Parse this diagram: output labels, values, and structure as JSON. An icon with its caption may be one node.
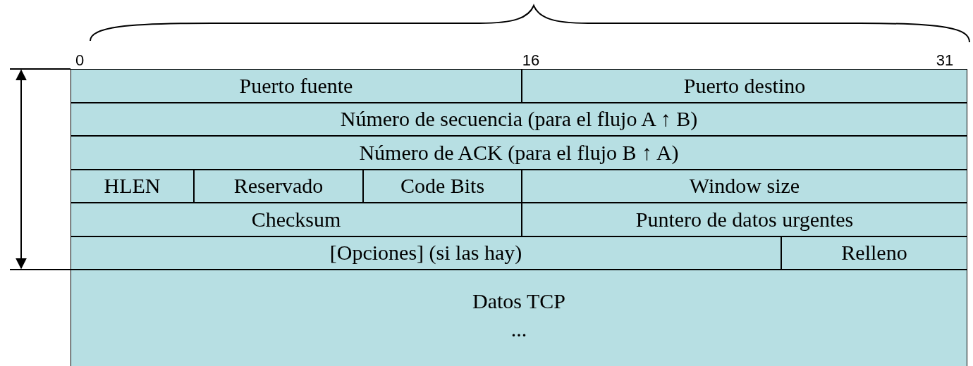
{
  "diagram": {
    "labels": [
      "0",
      "16",
      "31",
      "Puerto fuente",
      "Puerto destino",
      "Número de secuencia (para el flujo A ↑ B)",
      "Número de ACK (para el flujo B ↑ A)",
      "HLEN",
      "Reservado",
      "Code Bits",
      "Window size",
      "Checksum",
      "Puntero de datos urgentes",
      "[Opciones] (si las hay)",
      "Relleno",
      "Datos TCP",
      "..."
    ]
  }
}
